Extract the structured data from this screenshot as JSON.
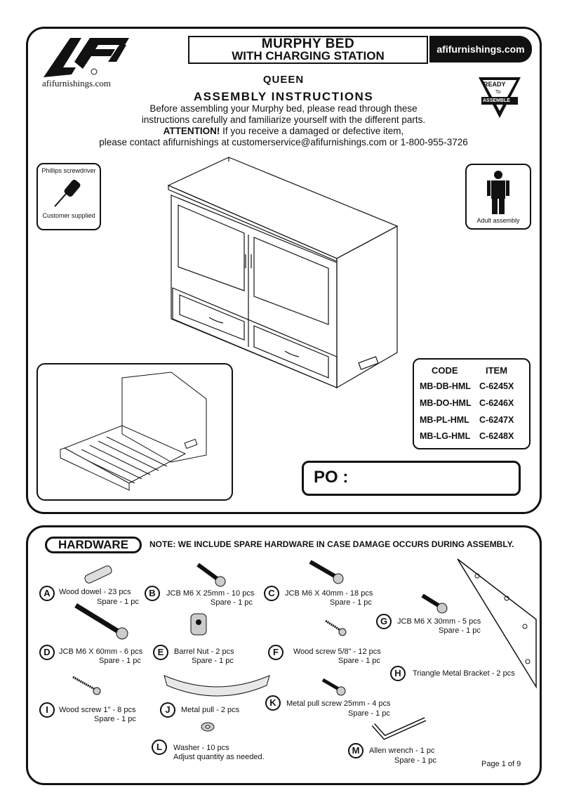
{
  "header": {
    "title_line1": "MURPHY BED",
    "title_line2": "WITH CHARGING STATION",
    "website_pill": "afifurnishings.com",
    "logo_text": "afifurnishings.com",
    "logo_mark": "AFi"
  },
  "intro": {
    "size": "QUEEN",
    "heading": "ASSEMBLY INSTRUCTIONS",
    "line1": "Before assembling your Murphy bed, please read through these",
    "line2": "instructions carefully and familiarize yourself with the different parts.",
    "attention_label": "ATTENTION!",
    "line3": " If you receive a damaged or defective item,",
    "line4": "please contact afifurnishings at customerservice@afifurnishings.com or 1-800-955-3726"
  },
  "tool_box": {
    "top": "Phillips screwdriver",
    "bottom": "Customer supplied"
  },
  "adult_box": {
    "label": "Adult assembly"
  },
  "ready_badge": {
    "top": "READY",
    "mid": "To",
    "bottom": "ASSEMBLE"
  },
  "codes": {
    "headers": [
      "CODE",
      "ITEM"
    ],
    "rows": [
      [
        "MB-DB-HML",
        "C-6245X"
      ],
      [
        "MB-DO-HML",
        "C-6246X"
      ],
      [
        "MB-PL-HML",
        "C-6247X"
      ],
      [
        "MB-LG-HML",
        "C-6248X"
      ]
    ]
  },
  "po": {
    "label": "PO :"
  },
  "hardware": {
    "title": "HARDWARE",
    "note": "NOTE: WE INCLUDE SPARE HARDWARE IN CASE DAMAGE OCCURS DURING ASSEMBLY.",
    "items": {
      "A": {
        "letter": "A",
        "name": "Wood dowel  - 23 pcs",
        "spare": "Spare - 1 pc"
      },
      "B": {
        "letter": "B",
        "name": "JCB M6 X 25mm - 10 pcs",
        "spare": "Spare - 1 pc"
      },
      "C": {
        "letter": "C",
        "name": "JCB M6 X 40mm - 18 pcs",
        "spare": "Spare - 1 pc"
      },
      "D": {
        "letter": "D",
        "name": "JCB M6 X 60mm - 6 pcs",
        "spare": "Spare - 1 pc"
      },
      "E": {
        "letter": "E",
        "name": "Barrel Nut - 2 pcs",
        "spare": "Spare - 1 pc"
      },
      "F": {
        "letter": "F",
        "name": "Wood screw 5/8\" - 12 pcs",
        "spare": "Spare - 1 pc"
      },
      "G": {
        "letter": "G",
        "name": "JCB M6 X 30mm - 5 pcs",
        "spare": "Spare - 1 pc"
      },
      "H": {
        "letter": "H",
        "name": "Triangle Metal Bracket  - 2 pcs",
        "spare": ""
      },
      "I": {
        "letter": "I",
        "name": "Wood screw 1\" - 8 pcs",
        "spare": "Spare - 1 pc"
      },
      "J": {
        "letter": "J",
        "name": "Metal pull - 2 pcs",
        "spare": ""
      },
      "K": {
        "letter": "K",
        "name": "Metal pull screw 25mm - 4 pcs",
        "spare": "Spare - 1 pc"
      },
      "L": {
        "letter": "L",
        "name": "Washer  - 10 pcs",
        "spare": "Adjust quantity as needed."
      },
      "M": {
        "letter": "M",
        "name": "Allen wrench  - 1 pc",
        "spare": "Spare - 1 pc"
      }
    }
  },
  "footer": {
    "page": "Page 1 of 9"
  }
}
